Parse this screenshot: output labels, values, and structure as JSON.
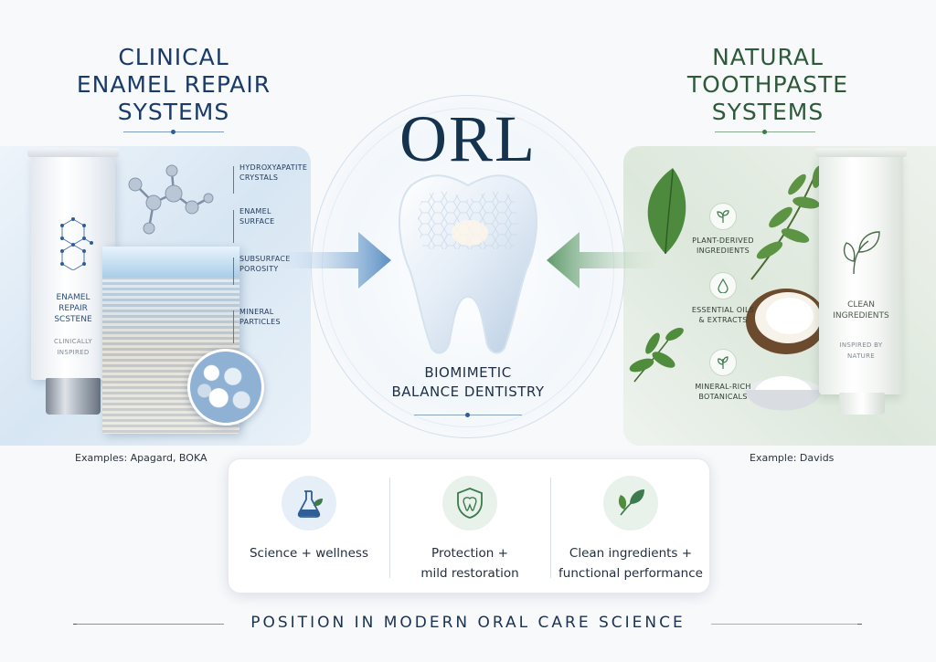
{
  "left_section": {
    "title_lines": [
      "CLINICAL",
      "ENAMEL REPAIR",
      "SYSTEMS"
    ],
    "tube_lines": [
      "ENAMEL",
      "REPAIR",
      "SCSTENE"
    ],
    "tube_sub_lines": [
      "CLINICALLY",
      "INSPIRED"
    ],
    "callouts": [
      {
        "lines": [
          "HYDROXYAPATITE",
          "CRYSTALS"
        ]
      },
      {
        "lines": [
          "ENAMEL",
          "SURFACE"
        ]
      },
      {
        "lines": [
          "SUBSURFACE",
          "POROSITY"
        ]
      },
      {
        "lines": [
          "MINERAL",
          "PARTICLES"
        ]
      }
    ],
    "examples": "Examples: Apagard, BOKA",
    "accent_color": "#1a3b6a"
  },
  "right_section": {
    "title_lines": [
      "NATURAL",
      "TOOTHPASTE",
      "SYSTEMS"
    ],
    "tube_lines": [
      "CLEAN",
      "INGREDIENTS"
    ],
    "tube_sub_lines": [
      "INSPIRED BY",
      "NATURE"
    ],
    "callouts": [
      {
        "icon": "sprout-icon",
        "lines": [
          "PLANT-DERIVED",
          "INGREDIENTS"
        ]
      },
      {
        "icon": "droplet-icon",
        "lines": [
          "ESSENTIAL OILS",
          "& EXTRACTS"
        ]
      },
      {
        "icon": "herb-icon",
        "lines": [
          "MINERAL-RICH",
          "BOTANICALS"
        ]
      }
    ],
    "examples": "Example: Davids",
    "accent_color": "#2e5a3a"
  },
  "center": {
    "brand": "ORL",
    "subtitle_lines": [
      "BIOMIMETIC",
      "BALANCE DENTISTRY"
    ]
  },
  "features": [
    {
      "icon": "flask-leaf-icon",
      "label_lines": [
        "Science + wellness"
      ],
      "color": "#2f5d96"
    },
    {
      "icon": "shield-tooth-icon",
      "label_lines": [
        "Protection +",
        "mild restoration"
      ],
      "color": "#3d7a4d"
    },
    {
      "icon": "leaves-icon",
      "label_lines": [
        "Clean ingredients +",
        "functional performance"
      ],
      "color": "#3d7a4d"
    }
  ],
  "footer": "POSITION IN MODERN ORAL CARE SCIENCE"
}
